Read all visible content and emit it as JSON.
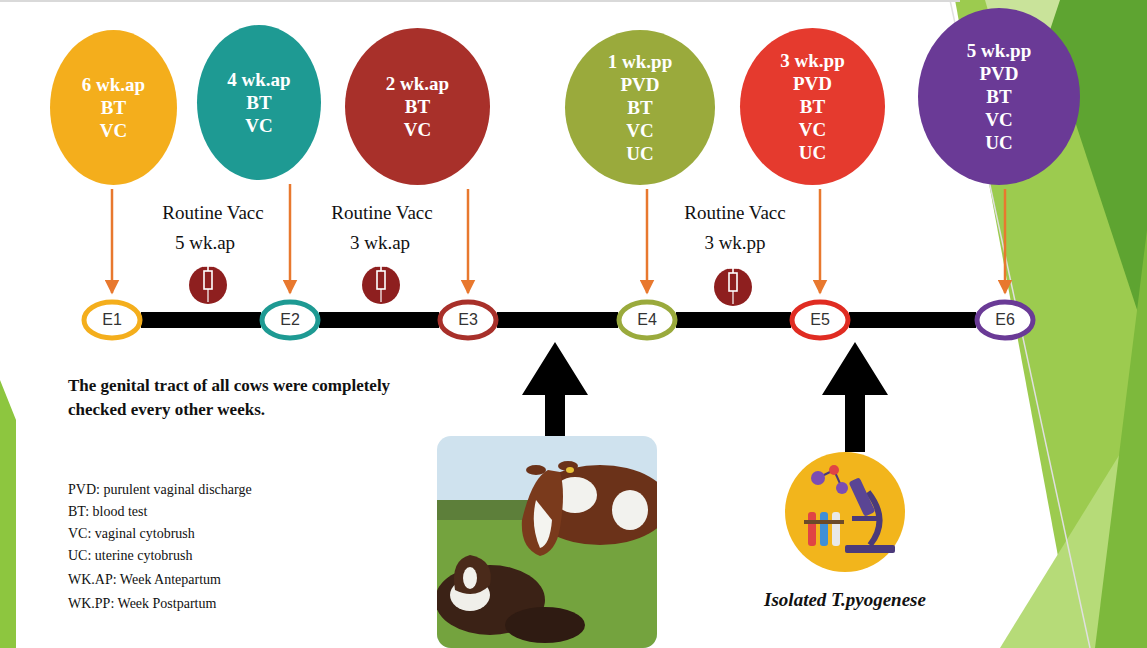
{
  "diagram": {
    "nodes": [
      {
        "text": [
          "6 wk.ap",
          "BT",
          "VC"
        ]
      },
      {
        "text": [
          "4 wk.ap",
          "BT",
          "VC"
        ]
      },
      {
        "text": [
          "2 wk.ap",
          "BT",
          "VC"
        ]
      },
      {
        "text": [
          "1 wk.pp",
          "PVD",
          "BT",
          "VC",
          "UC"
        ]
      },
      {
        "text": [
          "3 wk.pp",
          "PVD",
          "BT",
          "VC",
          "UC"
        ]
      },
      {
        "text": [
          "5 wk.pp",
          "PVD",
          "BT",
          "VC",
          "UC"
        ]
      },
      {
        "text": [
          "E1"
        ]
      },
      {
        "text": [
          "E2"
        ]
      },
      {
        "text": [
          "E3"
        ]
      },
      {
        "text": [
          "E4"
        ]
      },
      {
        "text": [
          "E5"
        ]
      },
      {
        "text": [
          "E6"
        ]
      }
    ],
    "edges": [
      {
        "from": 0,
        "to": 6,
        "arrow": "to"
      },
      {
        "from": 1,
        "to": 7,
        "arrow": "to"
      },
      {
        "from": 2,
        "to": 8,
        "arrow": "to"
      },
      {
        "from": 3,
        "to": 9,
        "arrow": "to"
      },
      {
        "from": 4,
        "to": 10,
        "arrow": "to"
      },
      {
        "from": 5,
        "to": 11,
        "arrow": "to"
      },
      {
        "from": 6,
        "to": 7,
        "arrow": "none"
      },
      {
        "from": 7,
        "to": 8,
        "arrow": "none"
      },
      {
        "from": 8,
        "to": 9,
        "arrow": "none"
      },
      {
        "from": 9,
        "to": 10,
        "arrow": "none"
      },
      {
        "from": 10,
        "to": 11,
        "arrow": "none"
      }
    ],
    "labels": [
      "Routine Vacc",
      "5 wk.ap",
      "Routine Vacc",
      "3 wk.ap",
      "Routine Vacc",
      "3 wk.pp",
      "The genital tract of all cows were completely checked  every other weeks.",
      "PVD: purulent vaginal discharge",
      "BT: blood test",
      "VC: vaginal cytobrush",
      "UC: uterine cytobrush",
      "WK.AP: Week Antepartum",
      "WK.PP: Week Postpartum",
      "Isolated T.pyogenese"
    ]
  }
}
